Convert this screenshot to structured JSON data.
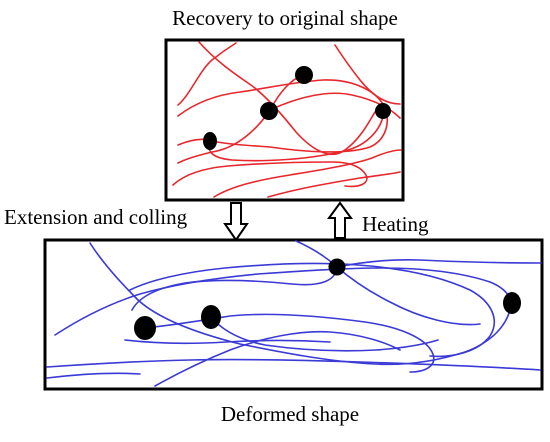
{
  "labels": {
    "top": "Recovery to original shape",
    "left": "Extension and colling",
    "right": "Heating",
    "bottom": "Deformed shape"
  },
  "colors": {
    "original_chains": "#e8262b",
    "deformed_chains": "#3a3ad6",
    "crosslink": "#000000",
    "frame": "#000000"
  },
  "arrows": {
    "left": "down-arrow-icon",
    "right": "up-arrow-icon"
  }
}
